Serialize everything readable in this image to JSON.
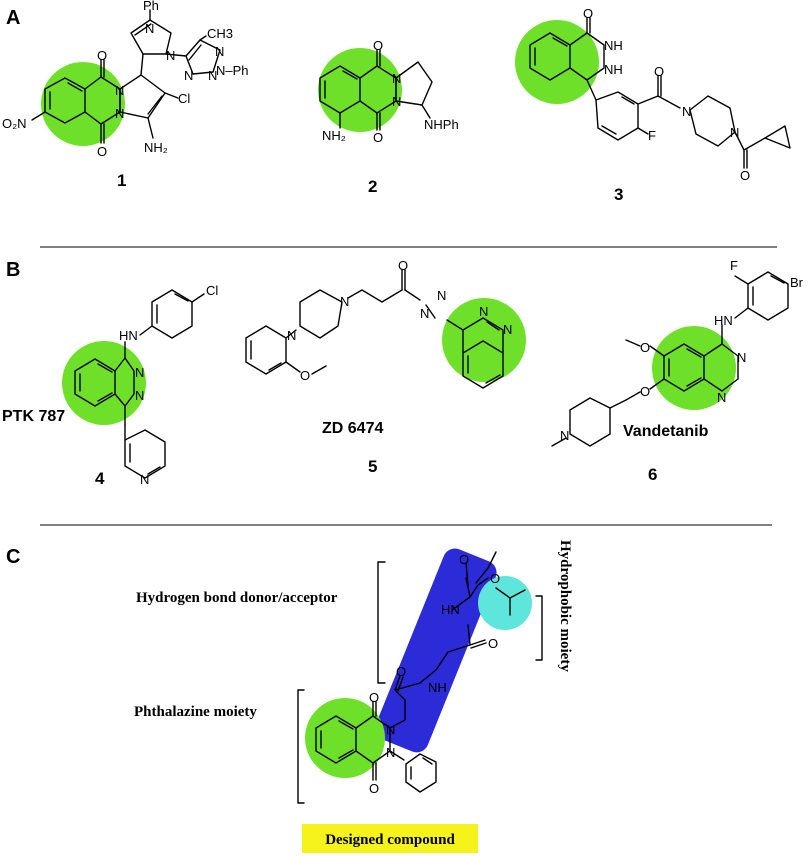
{
  "colors": {
    "phthalazine_highlight": "#6fe02a",
    "hydrophobic_highlight": "#5fe6dc",
    "linker_highlight": "#2b2bd8",
    "label_box": "#f6f21b"
  },
  "panels": {
    "a": {
      "letter": "A",
      "compounds": [
        {
          "number": "1",
          "atoms": {
            "ph1": "Ph",
            "n1": "N",
            "n2": "N",
            "ch3": "CH3",
            "n3": "N",
            "n4": "N",
            "n5": "N",
            "ph2": "N–Ph",
            "o1": "O",
            "o2": "O",
            "n6": "N",
            "n7": "N",
            "cl": "Cl",
            "no2": "O₂N",
            "nh2": "NH₂"
          }
        },
        {
          "number": "2",
          "atoms": {
            "o1": "O",
            "o2": "O",
            "n1": "N",
            "n2": "N",
            "nh2": "NH₂",
            "nhph": "NHPh"
          }
        },
        {
          "number": "3",
          "atoms": {
            "o1": "O",
            "nh1": "NH",
            "nh2": "NH",
            "o2": "O",
            "n1": "N",
            "n2": "N",
            "f": "F",
            "o3": "O"
          }
        }
      ]
    },
    "b": {
      "letter": "B",
      "compounds": [
        {
          "number": "4",
          "name": "PTK 787",
          "atoms": {
            "cl": "Cl",
            "hn": "HN",
            "n1": "N",
            "n2": "N",
            "n3": "N"
          }
        },
        {
          "number": "5",
          "name": "ZD 6474",
          "atoms": {
            "o1": "O",
            "n1": "N",
            "n2": "N",
            "nh1": "N",
            "nh2": "N",
            "n3": "N",
            "n4": "N",
            "o2": "O"
          }
        },
        {
          "number": "6",
          "name": "Vandetanib",
          "atoms": {
            "f": "F",
            "br": "Br",
            "hn": "HN",
            "o1": "O",
            "n1": "N",
            "n2": "N",
            "o2": "O",
            "n3": "N"
          }
        }
      ]
    },
    "c": {
      "letter": "C",
      "labels": {
        "hbond": "Hydrogen bond donor/acceptor",
        "hydrophobic": "Hydrophobic moiety",
        "phthalazine": "Phthalazine moiety",
        "designed": "Designed compound"
      },
      "atoms": {
        "o1": "O",
        "o2": "O",
        "hn1": "HN",
        "o3": "O",
        "nh": "NH",
        "o4": "O",
        "o5": "O",
        "n1": "N",
        "n2": "N",
        "o6": "O"
      }
    }
  }
}
